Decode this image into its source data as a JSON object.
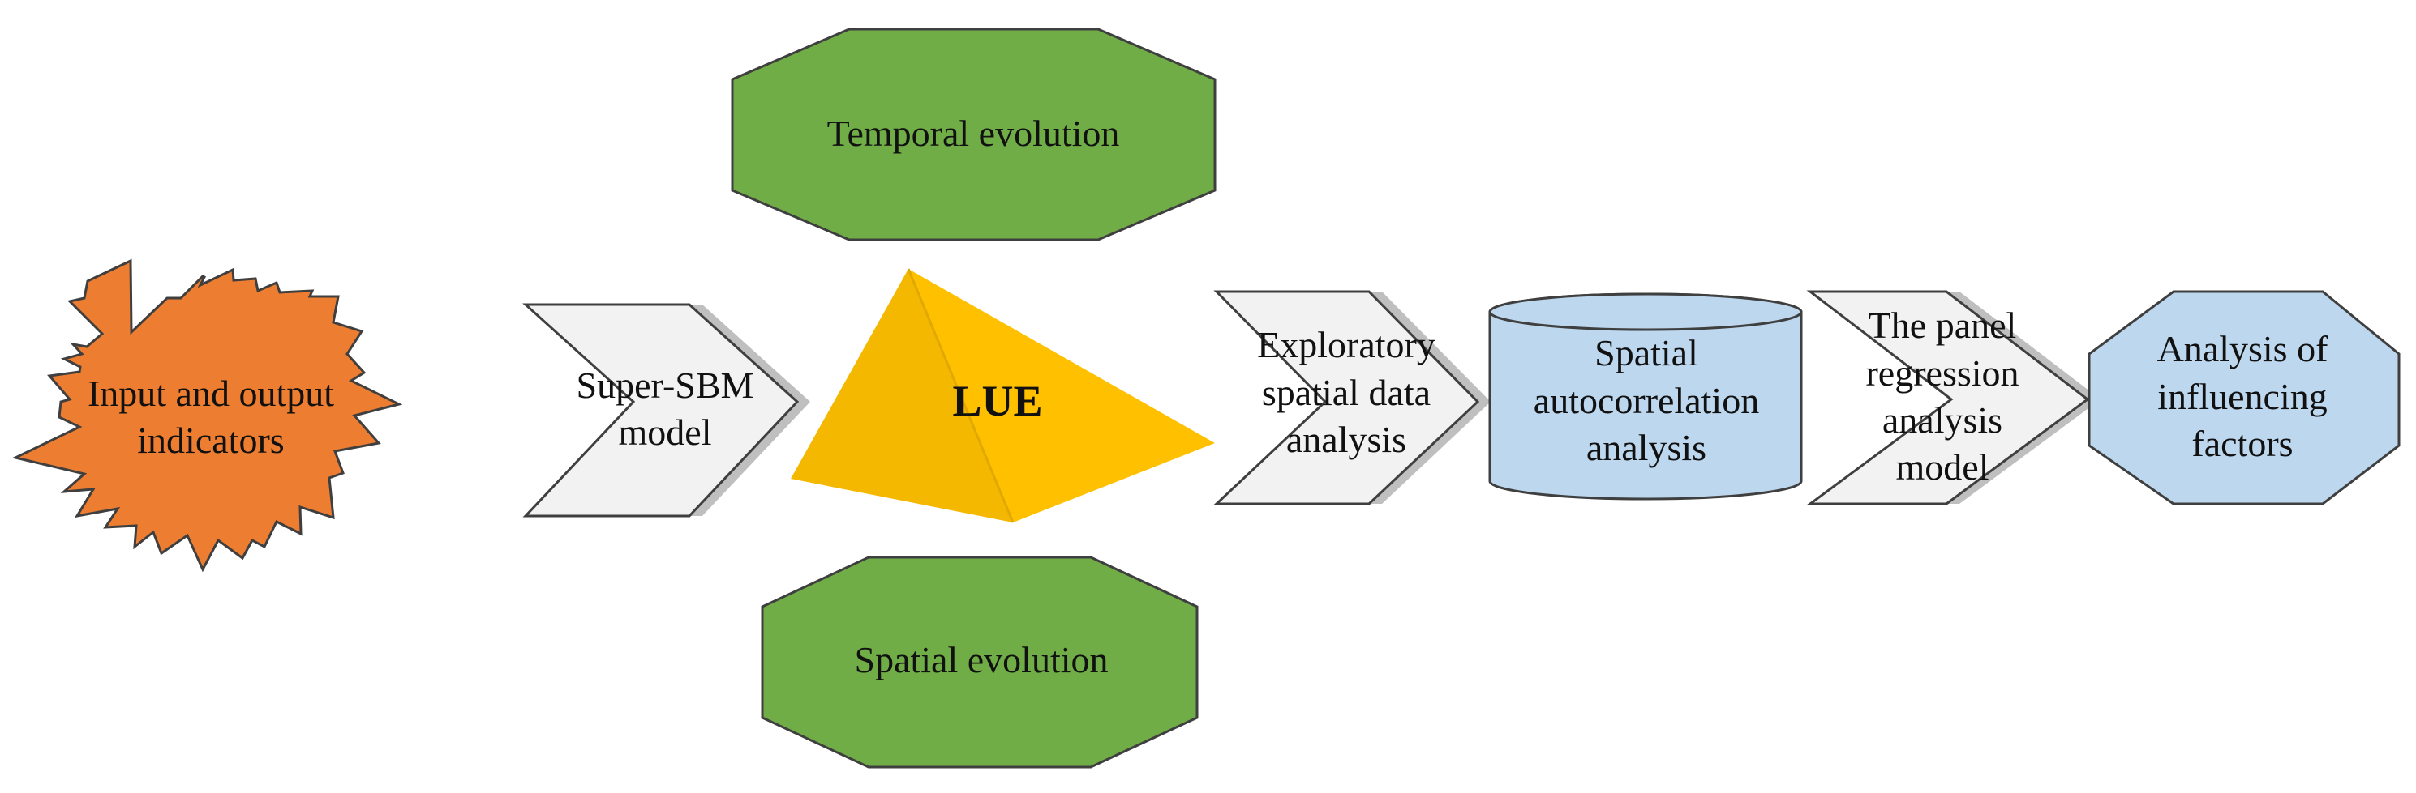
{
  "diagram": {
    "nodes": {
      "input_output": {
        "label": "Input and output\nindicators",
        "fill": "#ED7D31",
        "shape": "starburst"
      },
      "super_sbm": {
        "label": "Super-SBM\nmodel",
        "fill": "#F2F2F2",
        "shape": "chevron"
      },
      "lue": {
        "label": "LUE",
        "fill": "#FFC000",
        "shape": "pyramid"
      },
      "temporal_evolution": {
        "label": "Temporal evolution",
        "fill": "#70AD47",
        "shape": "octagon"
      },
      "spatial_evolution": {
        "label": "Spatial evolution",
        "fill": "#70AD47",
        "shape": "octagon"
      },
      "esda": {
        "label": "Exploratory\nspatial data\nanalysis",
        "fill": "#F2F2F2",
        "shape": "chevron"
      },
      "spatial_autocorrelation": {
        "label": "Spatial\nautocorrelation\nanalysis",
        "fill": "#BDD7EE",
        "shape": "cylinder"
      },
      "panel_regression": {
        "label": "The panel\nregression\nanalysis\nmodel",
        "fill": "#F2F2F2",
        "shape": "chevron"
      },
      "influencing_factors": {
        "label": "Analysis of\ninfluencing\nfactors",
        "fill": "#BDD7EE",
        "shape": "octagon"
      }
    },
    "colors": {
      "stroke": "#3F3F3F",
      "chevron_shadow": "#BFBFBF",
      "lue_dark_face": "#F5B800",
      "text": "#111111"
    }
  }
}
